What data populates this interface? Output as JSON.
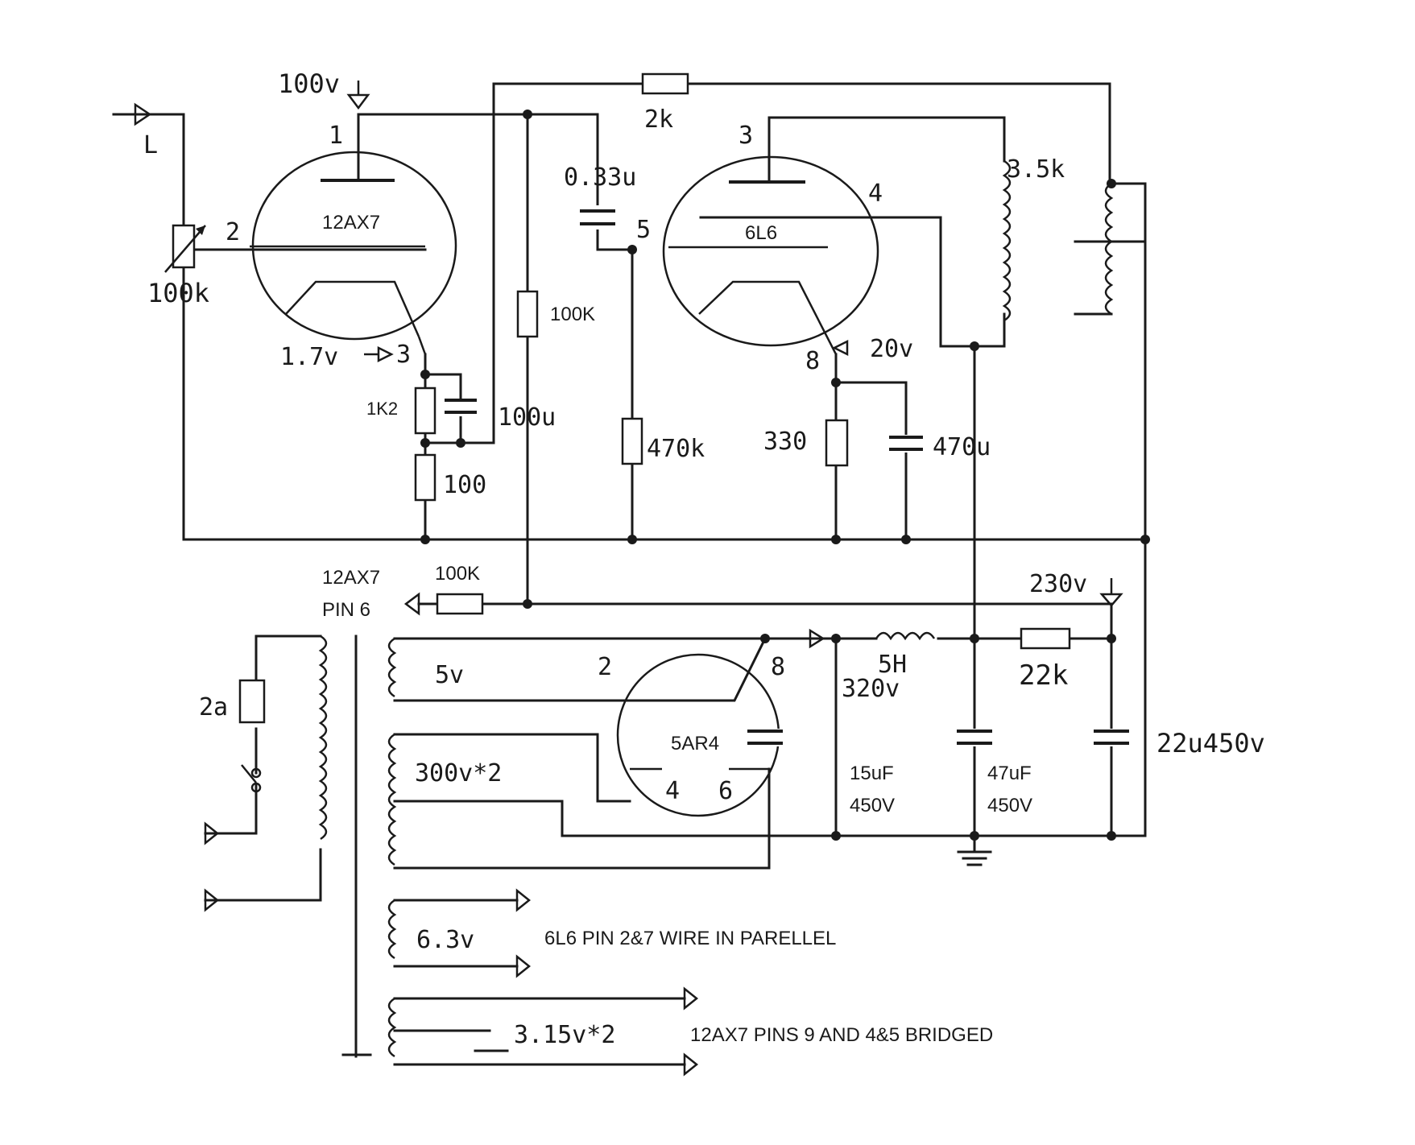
{
  "tubes": {
    "preamp": "12AX7",
    "power": "6L6",
    "rectifier": "5AR4"
  },
  "voltages": {
    "v100": "100v",
    "v1_7": "1.7v",
    "v20": "20v",
    "v230": "230v",
    "v320": "320v"
  },
  "pins": {
    "preamp_plate": "1",
    "preamp_grid": "2",
    "preamp_cathode": "3",
    "power_plate": "3",
    "power_screen": "4",
    "power_grid": "5",
    "power_cathode": "8",
    "rect_p2": "2",
    "rect_p8": "8",
    "rect_p4": "4",
    "rect_p6": "6"
  },
  "components": {
    "input": "L",
    "pot": "100k",
    "r_feedback": "2k",
    "cap_coupling": "0.33u",
    "r_plate": "100K",
    "r_cathode": "1K2",
    "c_cathode": "100u",
    "r_cathode2": "100",
    "r_grid": "470k",
    "r_cathode_power": "330",
    "c_cathode_power": "470u",
    "ot_impedance": "3.5k",
    "r_dropper": "100K",
    "heater_ref_label": "12AX7",
    "heater_ref_pin": "PIN 6",
    "fuse": "2a",
    "choke": "5H",
    "r_filter": "22k",
    "c_filter3": "22u450v",
    "c1_value": "15uF",
    "c1_voltage": "450V",
    "c2_value": "47uF",
    "c2_voltage": "450V"
  },
  "windings": {
    "rect_heater": "5v",
    "hv": "300v*2",
    "heater_6v3": "6.3v",
    "heater_3v15": "3.15v*2"
  },
  "notes": {
    "note_6l6": "6L6 PIN 2&7 WIRE IN PARELLEL",
    "note_12ax7": "12AX7 PINS 9 AND 4&5 BRIDGED"
  }
}
